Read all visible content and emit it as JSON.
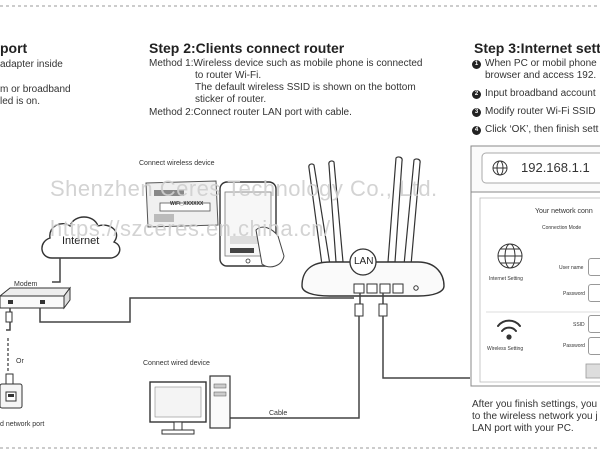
{
  "step1": {
    "title": "port",
    "lines": [
      "adapter inside",
      "m or broadband",
      "led is on."
    ],
    "internet": "Internet",
    "modem": "Modem",
    "or": "Or",
    "port_caption": "d network port"
  },
  "step2": {
    "title": "Step 2:Clients connect router",
    "method1": [
      "Method 1:Wireless device such as mobile phone is connected",
      "to router Wi-Fi.",
      "The default wireless SSID is shown on the bottom",
      "sticker of router."
    ],
    "method2": "Method 2:Connect router LAN port with cable.",
    "wireless_label": "Connect wireless device",
    "wired_label": "Connect wired device",
    "sticker_ssid": "WiFi_XXXXXX",
    "lan": "LAN",
    "cable": "Cable"
  },
  "step3": {
    "title": "Step 3:Internet setti",
    "items": [
      "When PC or mobil phone",
      "browser and access 192.",
      "Input broadband account",
      "Modify router Wi-Fi SSID",
      "Click ‘OK’, then finish sett"
    ],
    "nums": [
      "1",
      "2",
      "3",
      "4"
    ],
    "url": "192.168.1.1",
    "panel_title": "Your network conn",
    "connection_mode": "Connection Mode",
    "internet_setting": "Internet Setting",
    "user_name": "User name",
    "password": "Password",
    "ssid": "SSID",
    "wireless_setting": "Wireless Setting",
    "footer": [
      "After you finish settings, you",
      "to the wireless network you j",
      "LAN port with your PC."
    ]
  },
  "watermark": {
    "line1": "Shenzhen Ceres Technology Co., Ltd.",
    "line2": "https://szceres.en.china.cn/"
  }
}
